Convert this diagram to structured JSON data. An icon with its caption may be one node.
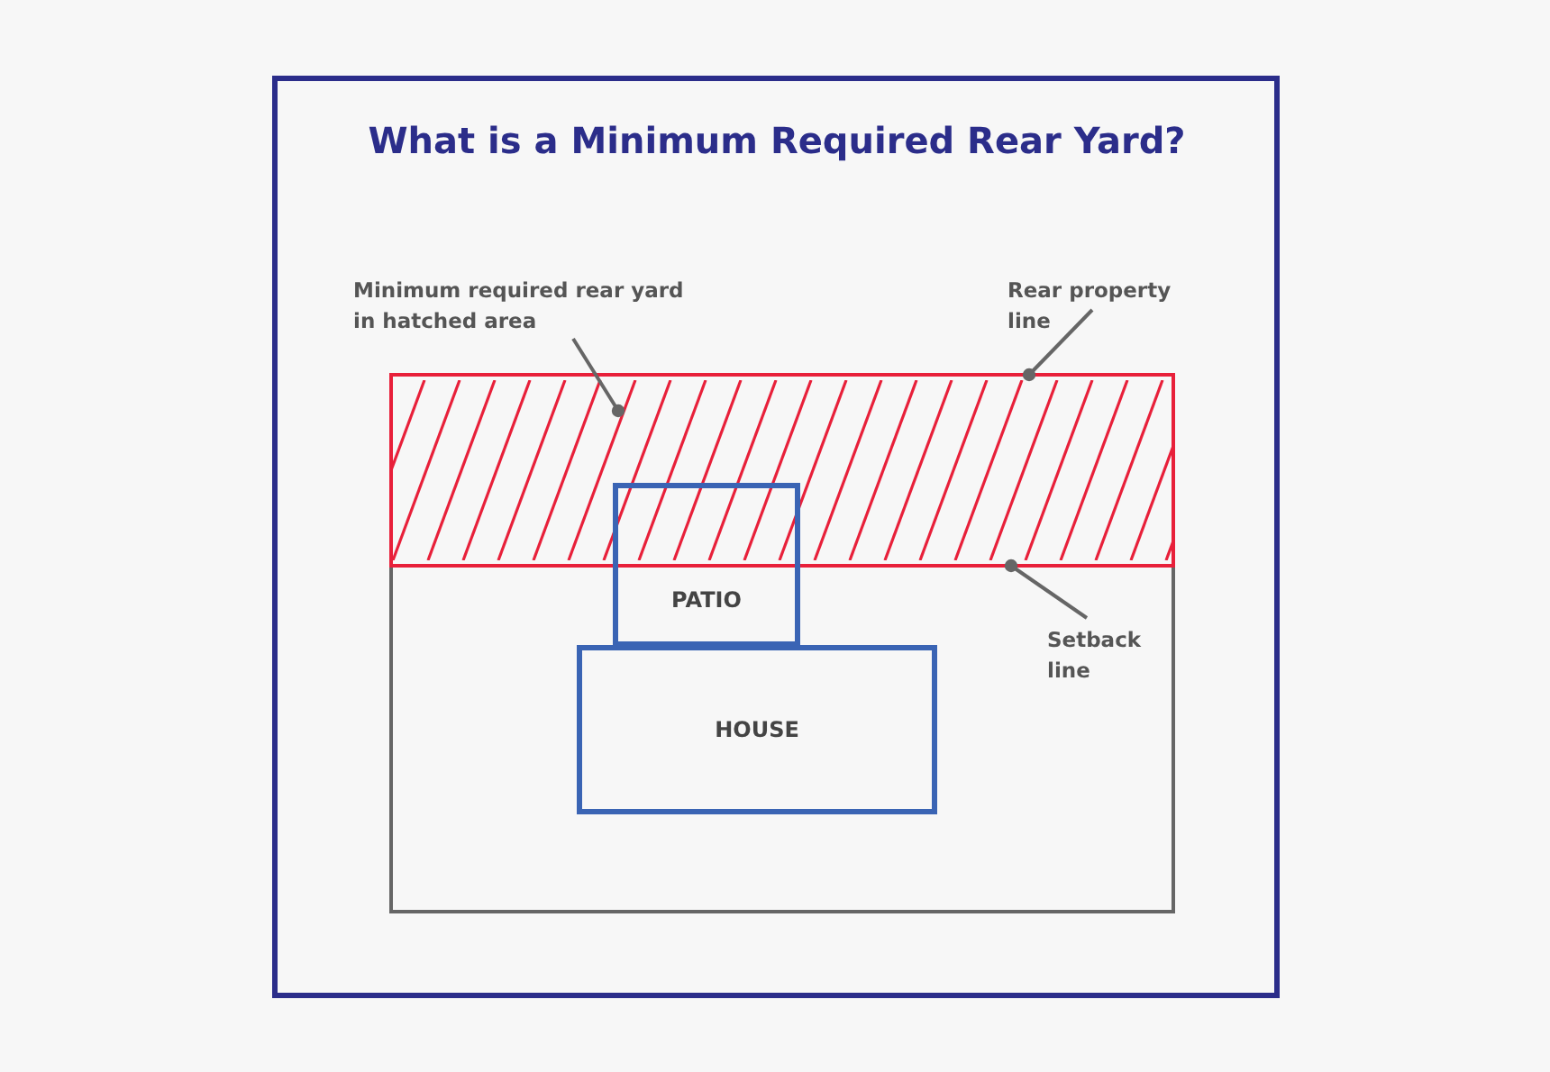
{
  "diagram": {
    "title": "What is a Minimum Required Rear Yard?",
    "nodes": [
      {
        "text": [
          "Minimum required rear yard in hatched area"
        ]
      },
      {
        "text": [
          "Rear property line"
        ]
      },
      {
        "text": [],
        "shape": "box"
      },
      {
        "text": [],
        "shape": "line",
        "in": 2
      },
      {
        "text": [
          "PATIO"
        ]
      },
      {
        "text": [],
        "shape": "line",
        "in": 2
      },
      {
        "text": [
          "Setback line"
        ]
      },
      {
        "text": [
          "HOUSE"
        ]
      }
    ],
    "edges": [
      {
        "from": 0,
        "to": 2,
        "arrow": "other"
      },
      {
        "from": 1,
        "to": 3,
        "arrow": "other"
      },
      {
        "from": 6,
        "to": 5,
        "arrow": "other"
      }
    ]
  }
}
